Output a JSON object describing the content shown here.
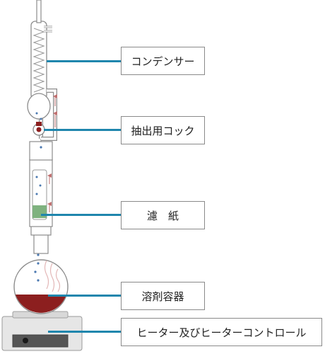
{
  "labels": {
    "condenser": "コンデンサー",
    "stopcock": "抽出用コック",
    "filter_paper": "濾　紙",
    "solvent_vessel": "溶剤容器",
    "heater": "ヒーター及びヒーターコントロール"
  },
  "colors": {
    "leader_line": "#1f86ad",
    "box_border": "#8a8a8a",
    "glass_outline": "#8c8c8c",
    "vapor_arrow": "#c07070",
    "condensate_drop": "#4a78b0",
    "solvent": "#8c1f1f",
    "sample": "#7fb27f",
    "heater_body": "#e6e6e6",
    "heater_panel": "#555555"
  }
}
